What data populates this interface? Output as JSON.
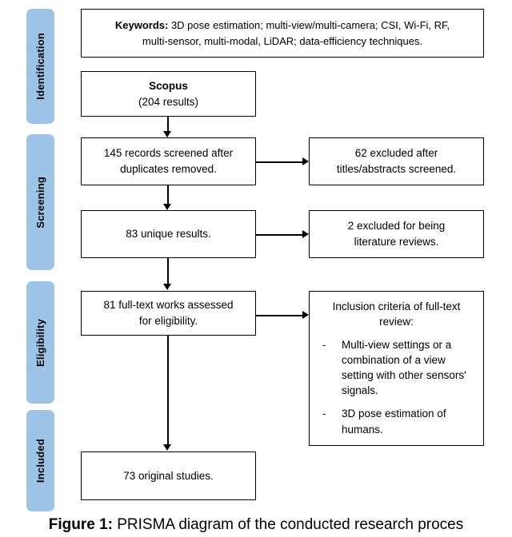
{
  "figure": {
    "caption_label": "Figure 1:",
    "caption_text": "PRISMA diagram of the conducted research proces",
    "accent_color": "#9dc3e6",
    "line_color": "#000000"
  },
  "stages": [
    {
      "label": "Identification"
    },
    {
      "label": "Screening"
    },
    {
      "label": "Eligibility"
    },
    {
      "label": "Included"
    }
  ],
  "boxes": {
    "keywords": {
      "label": "Keywords:",
      "line1": " 3D pose estimation; multi-view/multi-camera; CSI, Wi-Fi, RF,",
      "line2": "multi-sensor, multi-modal, LiDAR; data-efficiency techniques."
    },
    "source": {
      "title": "Scopus",
      "count": "(204 results)"
    },
    "screened": {
      "line1": "145 records screened after",
      "line2": "duplicates removed."
    },
    "excluded_titles": {
      "line1": "62 excluded after",
      "line2": "titles/abstracts screened."
    },
    "unique": {
      "line1": "83 unique results."
    },
    "excluded_reviews": {
      "line1": "2 excluded for being",
      "line2": "literature reviews."
    },
    "fulltext": {
      "line1": "81 full-text works assessed",
      "line2": "for eligibility."
    },
    "criteria": {
      "heading_line1": "Inclusion criteria of full-text",
      "heading_line2": "review:",
      "bullet_marker": "-",
      "items": [
        "Multi-view settings or a combination of a view setting with other sensors' signals.",
        "3D pose estimation of humans."
      ]
    },
    "included": {
      "line1": "73 original studies."
    }
  },
  "chart_data": {
    "type": "diagram",
    "title": "PRISMA diagram of the conducted research process",
    "nodes": [
      {
        "id": "keywords",
        "stage": "Identification",
        "text": "Keywords: 3D pose estimation; multi-view/multi-camera; CSI, Wi-Fi, RF, multi-sensor, multi-modal, LiDAR; data-efficiency techniques."
      },
      {
        "id": "source",
        "stage": "Identification",
        "text": "Scopus (204 results)",
        "value": 204
      },
      {
        "id": "screened",
        "stage": "Screening",
        "text": "145 records screened after duplicates removed.",
        "value": 145
      },
      {
        "id": "excluded_titles",
        "stage": "Screening",
        "text": "62 excluded after titles/abstracts screened.",
        "value": 62
      },
      {
        "id": "unique",
        "stage": "Screening",
        "text": "83 unique results.",
        "value": 83
      },
      {
        "id": "excluded_reviews",
        "stage": "Screening",
        "text": "2 excluded for being literature reviews.",
        "value": 2
      },
      {
        "id": "fulltext",
        "stage": "Eligibility",
        "text": "81 full-text works assessed for eligibility.",
        "value": 81
      },
      {
        "id": "criteria",
        "stage": "Eligibility",
        "text": "Inclusion criteria of full-text review: Multi-view settings or a combination of a view setting with other sensors' signals. 3D pose estimation of humans."
      },
      {
        "id": "included",
        "stage": "Included",
        "text": "73 original studies.",
        "value": 73
      }
    ],
    "edges": [
      {
        "from": "source",
        "to": "screened",
        "direction": "down"
      },
      {
        "from": "screened",
        "to": "excluded_titles",
        "direction": "right"
      },
      {
        "from": "screened",
        "to": "unique",
        "direction": "down"
      },
      {
        "from": "unique",
        "to": "excluded_reviews",
        "direction": "right"
      },
      {
        "from": "unique",
        "to": "fulltext",
        "direction": "down"
      },
      {
        "from": "fulltext",
        "to": "criteria",
        "direction": "right"
      },
      {
        "from": "fulltext",
        "to": "included",
        "direction": "down"
      }
    ]
  }
}
